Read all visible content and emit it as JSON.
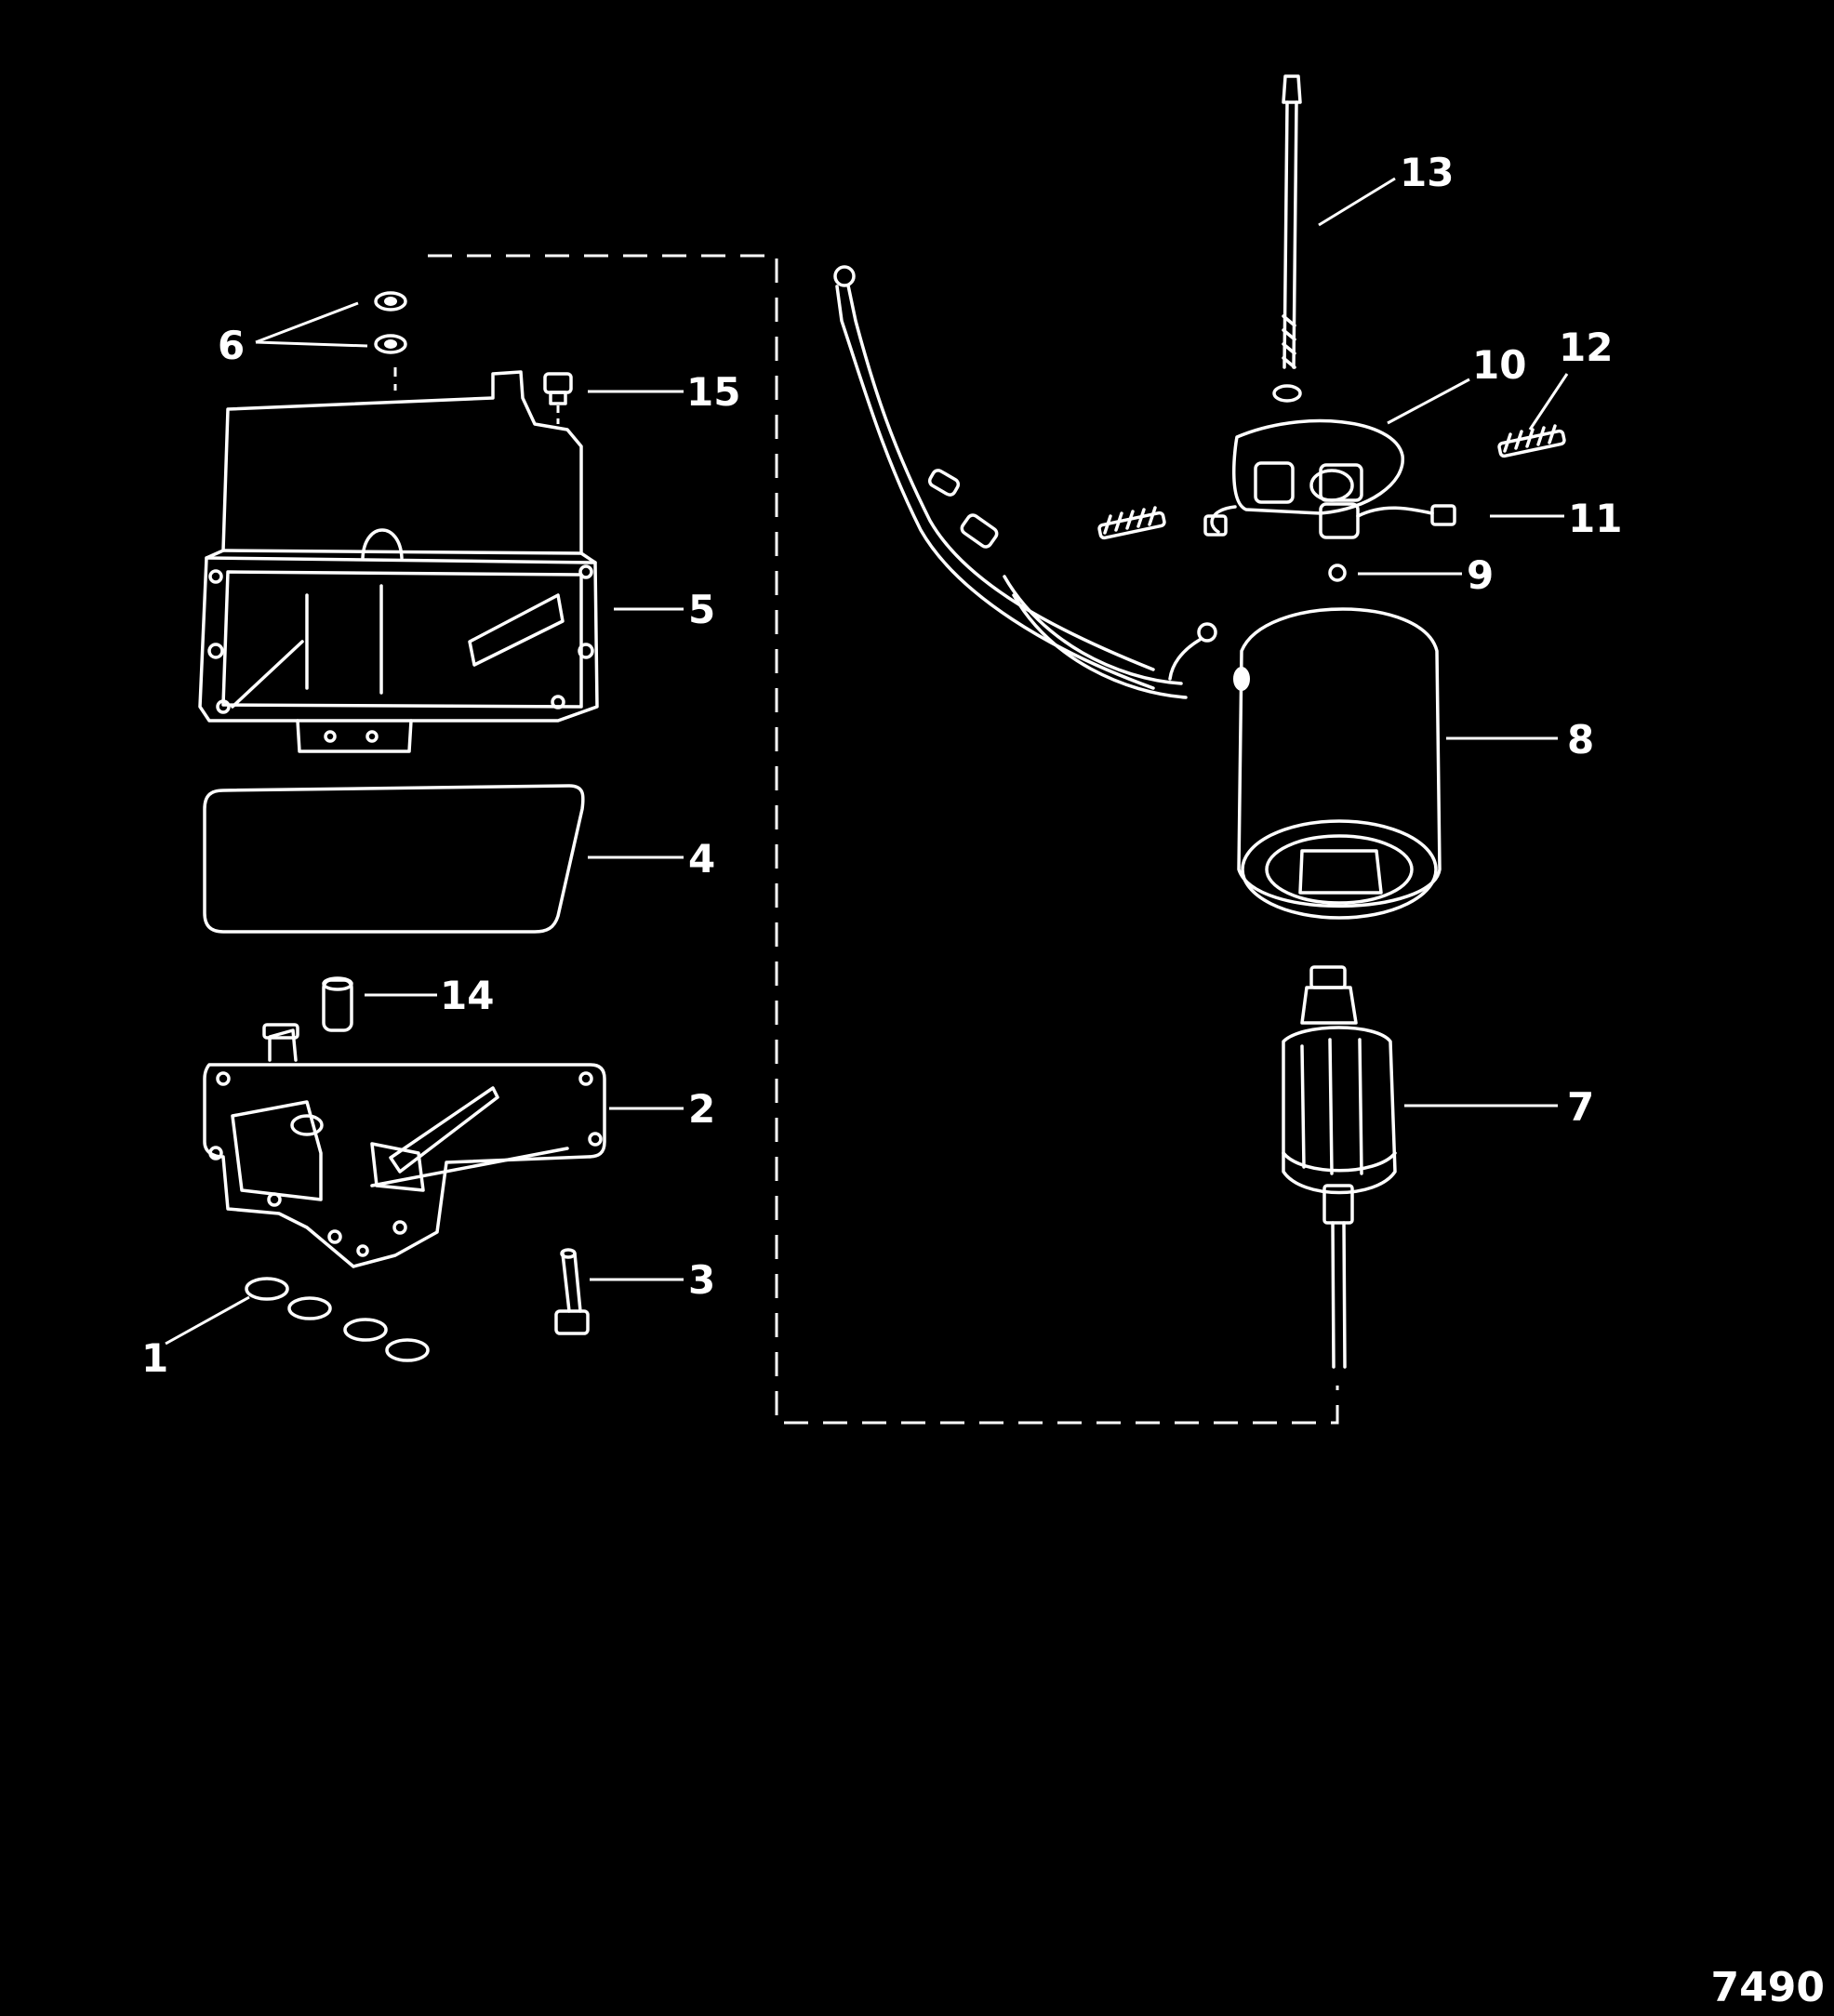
{
  "figure_id": "7490",
  "colors": {
    "background": "#000000",
    "line_art": "#ffffff"
  },
  "callouts": [
    {
      "id": "1",
      "label": "1"
    },
    {
      "id": "2",
      "label": "2"
    },
    {
      "id": "3",
      "label": "3"
    },
    {
      "id": "4",
      "label": "4"
    },
    {
      "id": "5",
      "label": "5"
    },
    {
      "id": "6",
      "label": "6"
    },
    {
      "id": "7",
      "label": "7"
    },
    {
      "id": "8",
      "label": "8"
    },
    {
      "id": "9",
      "label": "9"
    },
    {
      "id": "10",
      "label": "10"
    },
    {
      "id": "11",
      "label": "11"
    },
    {
      "id": "12",
      "label": "12"
    },
    {
      "id": "13",
      "label": "13"
    },
    {
      "id": "14",
      "label": "14"
    },
    {
      "id": "15",
      "label": "15"
    }
  ]
}
